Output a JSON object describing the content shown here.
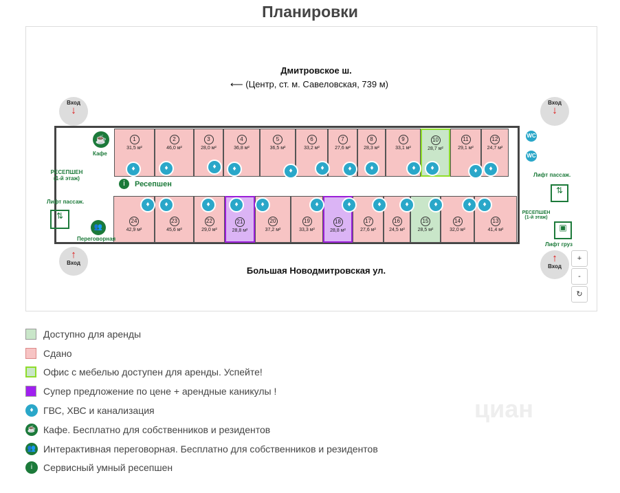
{
  "title": "Планировки",
  "plan": {
    "street_top": "Дмитровское ш.",
    "street_top_sub": "⟵ (Центр, ст. м. Савеловская, 739 м)",
    "street_bottom": "Большая Новодмитровская ул.",
    "entrance": "Вход",
    "cafe": "Кафе",
    "reception": "Ресепшен",
    "reception_first": "РЕСЕПШЕН (1-й этаж)",
    "lift_pass": "Лифт пассаж.",
    "lift_cargo": "Лифт груз",
    "meeting": "Переговорная",
    "wc": "WC",
    "rooms": [
      {
        "n": "1",
        "area": "31,5 м²",
        "status": "rented"
      },
      {
        "n": "2",
        "area": "46,0 м²",
        "status": "rented"
      },
      {
        "n": "3",
        "area": "28,0 м²",
        "status": "rented"
      },
      {
        "n": "4",
        "area": "36,8 м²",
        "status": "rented"
      },
      {
        "n": "5",
        "area": "36,5 м²",
        "status": "rented"
      },
      {
        "n": "6",
        "area": "33,2 м²",
        "status": "rented"
      },
      {
        "n": "7",
        "area": "27,6 м²",
        "status": "rented"
      },
      {
        "n": "8",
        "area": "28,3 м²",
        "status": "rented"
      },
      {
        "n": "9",
        "area": "33,1 м²",
        "status": "rented"
      },
      {
        "n": "10",
        "area": "28,7 м²",
        "status": "furn"
      },
      {
        "n": "11",
        "area": "29,1 м²",
        "status": "rented"
      },
      {
        "n": "12",
        "area": "24,7 м²",
        "status": "rented"
      },
      {
        "n": "24",
        "area": "42,9 м²",
        "status": "rented"
      },
      {
        "n": "23",
        "area": "45,6 м²",
        "status": "rented"
      },
      {
        "n": "22",
        "area": "29,0 м²",
        "status": "rented"
      },
      {
        "n": "21",
        "area": "28,8 м²",
        "status": "super"
      },
      {
        "n": "20",
        "area": "37,2 м²",
        "status": "rented"
      },
      {
        "n": "19",
        "area": "33,3 м²",
        "status": "rented"
      },
      {
        "n": "18",
        "area": "28,8 м²",
        "status": "super"
      },
      {
        "n": "17",
        "area": "27,6 м²",
        "status": "rented"
      },
      {
        "n": "16",
        "area": "24,5 м²",
        "status": "rented"
      },
      {
        "n": "15",
        "area": "28,5 м²",
        "status": "free"
      },
      {
        "n": "14",
        "area": "32,0 м²",
        "status": "rented"
      },
      {
        "n": "13",
        "area": "41,4 м²",
        "status": "rented"
      }
    ]
  },
  "zoom": {
    "in": "+",
    "out": "-",
    "reset": "↻"
  },
  "legend": [
    {
      "label": "Доступно для аренды",
      "color": "#c9e6c9"
    },
    {
      "label": "Сдано",
      "color": "#f7c4c4"
    },
    {
      "label": "Офис с мебелью доступен для аренды. Успейте!",
      "color": "#c9e6c9"
    },
    {
      "label": "Супер предложение по цене + арендные каникулы !",
      "color": "#a020f0"
    },
    {
      "label": "ГВС, ХВС и канализация",
      "icon": "water-drop-icon"
    },
    {
      "label": "Кафе. Бесплатно для собственников и резидентов",
      "icon": "coffee-cup-icon"
    },
    {
      "label": "Интерактивная переговорная. Бесплатно для собственников и резидентов",
      "icon": "meeting-icon"
    },
    {
      "label": "Сервисный умный ресепшен",
      "icon": "info-icon"
    }
  ],
  "watermark": "циан"
}
